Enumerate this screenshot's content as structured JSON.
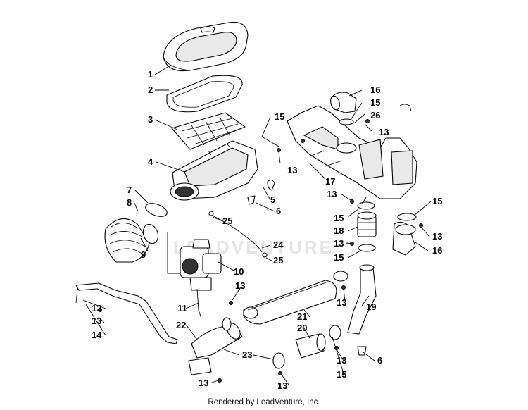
{
  "diagram": {
    "watermark": "LEADVENTURE",
    "credit": "Rendered by LeadVenture, Inc.",
    "callouts": [
      "1",
      "2",
      "3",
      "4",
      "5",
      "6",
      "7",
      "8",
      "9",
      "10",
      "11",
      "12",
      "13",
      "14",
      "15",
      "16",
      "17",
      "18",
      "19",
      "20",
      "21",
      "22",
      "23",
      "24",
      "25",
      "26"
    ]
  }
}
